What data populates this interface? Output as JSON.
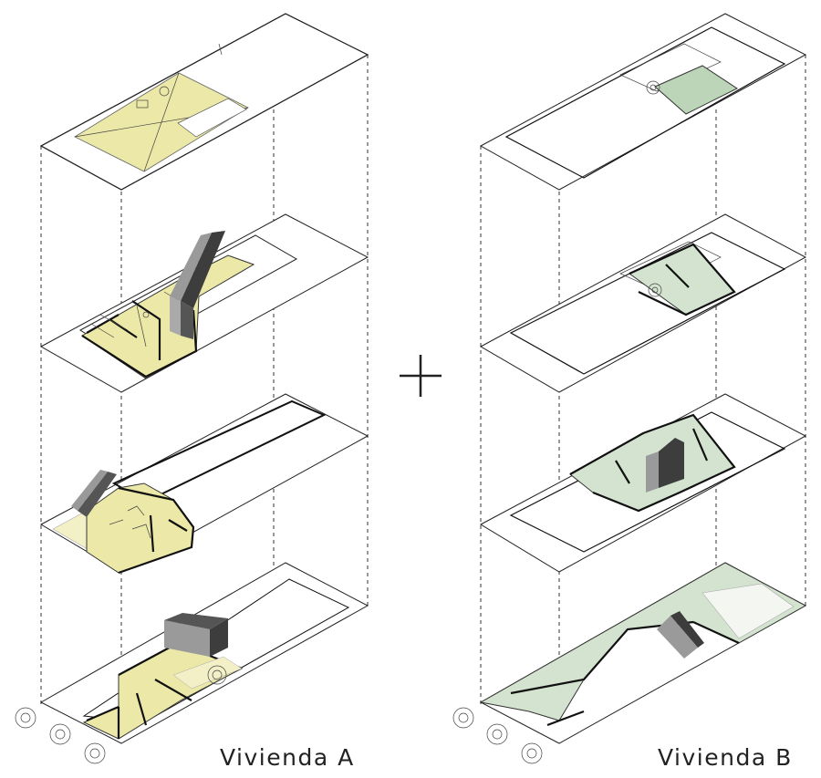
{
  "labels": {
    "house_a": "Vivienda A",
    "house_b": "Vivienda B"
  },
  "symbols": {
    "combine": "plus-sign"
  },
  "colors": {
    "house_a_fill": "#ece9a8",
    "house_b_fill": "#d3e3cf",
    "volume_dark": "#3d3d3d",
    "volume_light": "#9a9a9a",
    "line": "#222222"
  }
}
